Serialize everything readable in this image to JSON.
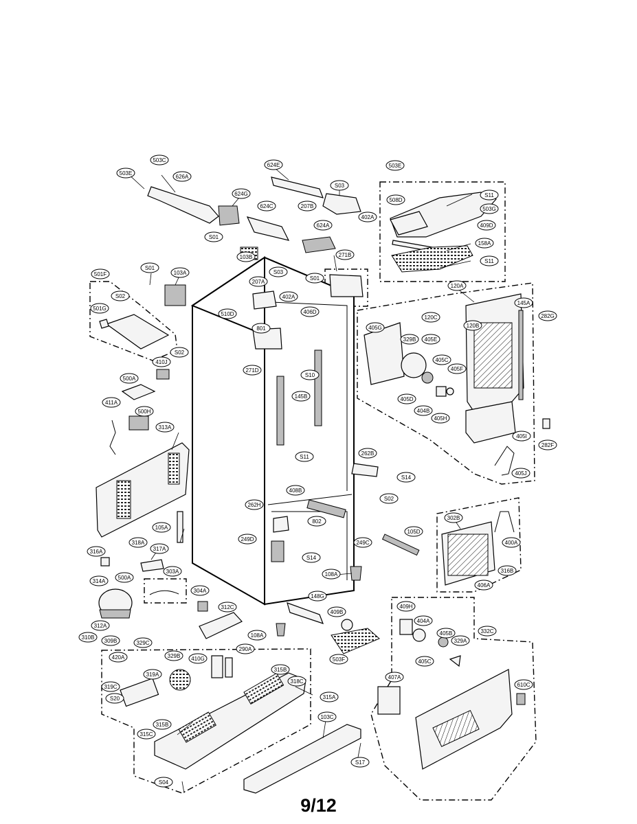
{
  "page_number": "9/12",
  "labels": [
    "503E",
    "503C",
    "626A",
    "624G",
    "624E",
    "S03",
    "207B",
    "402A",
    "624C",
    "624A",
    "503E",
    "S11",
    "508D",
    "503G",
    "409D",
    "158A",
    "S11",
    "S01",
    "103B",
    "501F",
    "S01",
    "103A",
    "S03",
    "207A",
    "402A",
    "S01",
    "271B",
    "S02",
    "501G",
    "510D",
    "406D",
    "120A",
    "145A",
    "282G",
    "801",
    "405G",
    "329B",
    "405E",
    "120C",
    "120B",
    "271D",
    "S10",
    "405C",
    "405F",
    "410J",
    "S02",
    "500A",
    "145B",
    "405D",
    "404B",
    "405H",
    "411A",
    "500H",
    "313A",
    "405I",
    "282F",
    "S11",
    "262B",
    "S14",
    "405J",
    "408B",
    "S02",
    "262H",
    "105A",
    "802",
    "105D",
    "249D",
    "S14",
    "249C",
    "302B",
    "400A",
    "316A",
    "318A",
    "317A",
    "316B",
    "108A",
    "406A",
    "314A",
    "500A",
    "303A",
    "304A",
    "148G",
    "312A",
    "312C",
    "409H",
    "409B",
    "310B",
    "404A",
    "332C",
    "309B",
    "329C",
    "108A",
    "405B",
    "329A",
    "290A",
    "329B",
    "420A",
    "410G",
    "503F",
    "405C",
    "319A",
    "315B",
    "407A",
    "318C",
    "319C",
    "S20",
    "315A",
    "610C",
    "103C",
    "315B",
    "315C",
    "S17",
    "S04"
  ]
}
